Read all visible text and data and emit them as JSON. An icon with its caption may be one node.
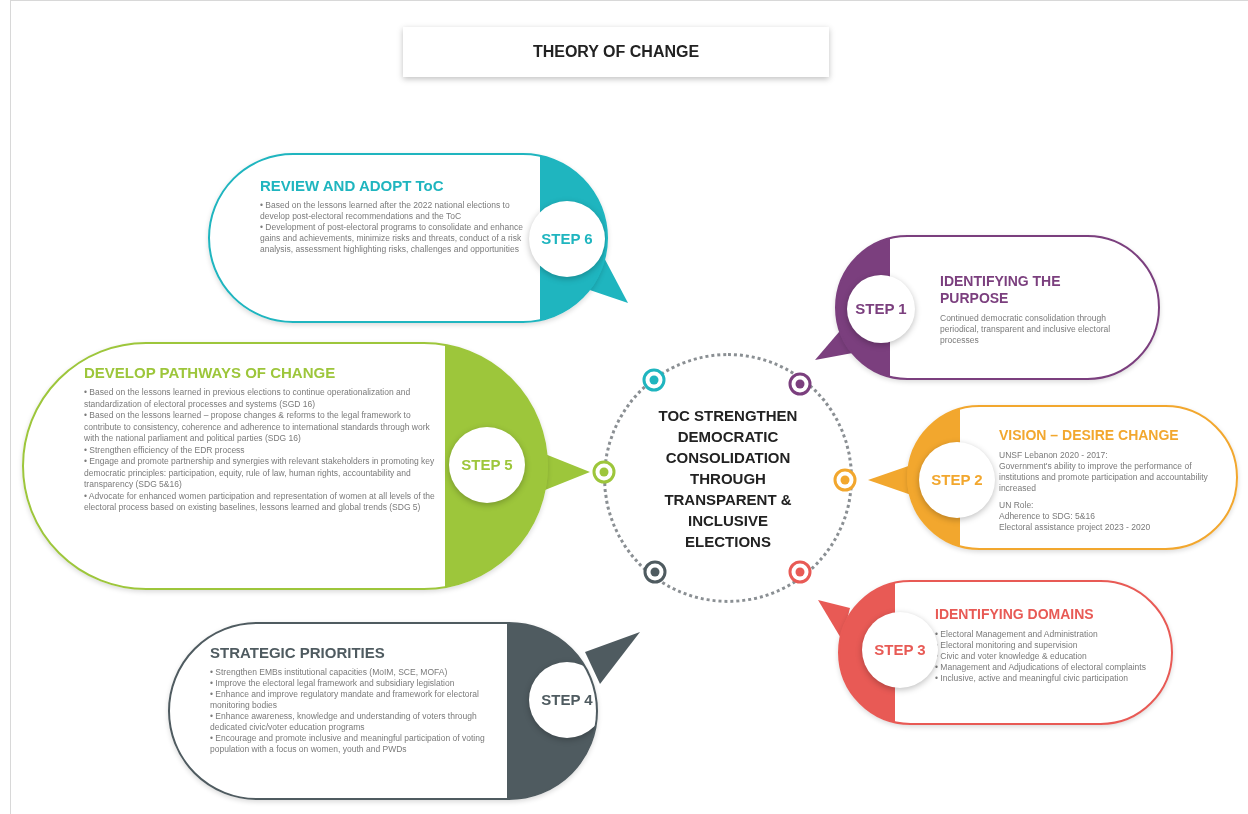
{
  "diagram": {
    "title": "THEORY OF CHANGE",
    "nodes": [
      {
        "text": [
          "REVIEW AND ADOPT ToC",
          "• Based on the lessons learned after the 2022 national elections to develop post-electoral recommendations and the ToC",
          "• Development of post-electoral programs to consolidate and enhance gains and achievements, minimize risks and threats, conduct of a risk analysis, assessment highlighting risks, challenges and opportunities"
        ]
      },
      {
        "text": [
          "STEP 6"
        ],
        "in": 0
      },
      {
        "text": [
          "IDENTIFYING THE PURPOSE",
          "Continued democratic consolidation through periodical, transparent and inclusive electoral processes"
        ]
      },
      {
        "text": [
          "STEP 1"
        ],
        "in": 2
      },
      {
        "text": [
          "DEVELOP PATHWAYS OF CHANGE",
          "• Based on the lessons learned in previous elections to continue operationalization and standardization of electoral processes and systems (SGD 16)",
          "• Based on the lessons learned – propose changes & reforms to the legal framework to contribute to consistency, coherence and adherence to international standards through work with the national parliament and political parties (SDG 16)",
          "• Strengthen efficiency of the EDR process",
          "• Engage and promote partnership and synergies with relevant stakeholders in promoting key democratic principles: participation, equity, rule of law, human rights, accountability and transparency (SDG 5&16)",
          "• Advocate for enhanced women participation and representation of women at all levels of the electoral process based on existing baselines, lessons learned and global trends (SDG 5)"
        ]
      },
      {
        "text": [
          "STEP 5"
        ],
        "in": 4
      },
      {
        "text": [
          "TOC STRENGTHEN DEMOCRATIC CONSOLIDATION THROUGH TRANSPARENT & INCLUSIVE ELECTIONS"
        ]
      },
      {
        "text": [
          "VISION – DESIRE CHANGE",
          "UNSF Lebanon 2020 - 2017:",
          "Government's ability to improve the performance of institutions and promote participation and accountability increased",
          "UN Role:",
          "Adherence to SDG: 5&16",
          "Electoral assistance project 2023 - 2020"
        ]
      },
      {
        "text": [
          "STEP 2"
        ],
        "in": 7
      },
      {
        "text": [
          "IDENTIFYING DOMAINS",
          "• Electoral Management and Administration",
          "• Electoral monitoring and supervision",
          "• Civic and voter knowledge & education",
          "• Management and Adjudications of electoral complaints",
          "• Inclusive, active and meaningful civic participation"
        ]
      },
      {
        "text": [
          "STEP 3"
        ],
        "in": 9
      },
      {
        "text": [
          "STRATEGIC PRIORITIES",
          "• Strengthen EMBs institutional capacities (MoIM, SCE, MOFA)",
          "• Improve the electoral legal framework and subsidiary legislation",
          "• Enhance and improve regulatory mandate and framework for electoral monitoring bodies",
          "• Enhance awareness, knowledge and understanding of voters through dedicated civic/voter education programs",
          "• Encourage and promote inclusive and meaningful participation of voting population with a focus on women, youth and PWDs"
        ]
      },
      {
        "text": [
          "STEP 4"
        ],
        "in": 11
      }
    ]
  }
}
